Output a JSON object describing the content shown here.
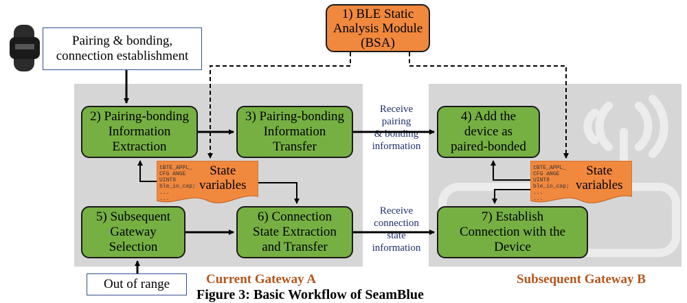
{
  "module": {
    "label": "1) BLE Static\nAnalysis Module\n(BSA)"
  },
  "device_note": {
    "label": "Pairing & bonding,\nconnection establishment"
  },
  "out_of_range": {
    "label": "Out of range"
  },
  "steps": {
    "s2": "2) Pairing-bonding\nInformation\nExtraction",
    "s3": "3) Pairing-bonding\nInformation\nTransfer",
    "s4": "4) Add the\ndevice as\npaired-bonded",
    "s5": "5) Subsequent\nGateway\nSelection",
    "s6": "6) Connection\nState Extraction\nand Transfer",
    "s7": "7) Establish\nConnection with the\nDevice"
  },
  "edge_labels": {
    "pairing": "Receive\npairing\n& bonding\ninformation",
    "connection": "Receive\nconnection\nstate\ninformation"
  },
  "state_doc": {
    "code": "tBTE_APPL_\nCFG ANGE\nUINT8\nble_io_cap;\n...\n...",
    "label": "State\nvariables"
  },
  "gateways": {
    "current": "Current Gateway A",
    "subsequent": "Subsequent Gateway B"
  },
  "caption": "Figure 3: Basic Workflow of SeamBlue",
  "colors": {
    "step_fill": "#76b043",
    "module_fill": "#f0883e",
    "panel": "#d6d6d6",
    "edge_text": "#1f2f6f",
    "gateway_text": "#b4561c"
  }
}
